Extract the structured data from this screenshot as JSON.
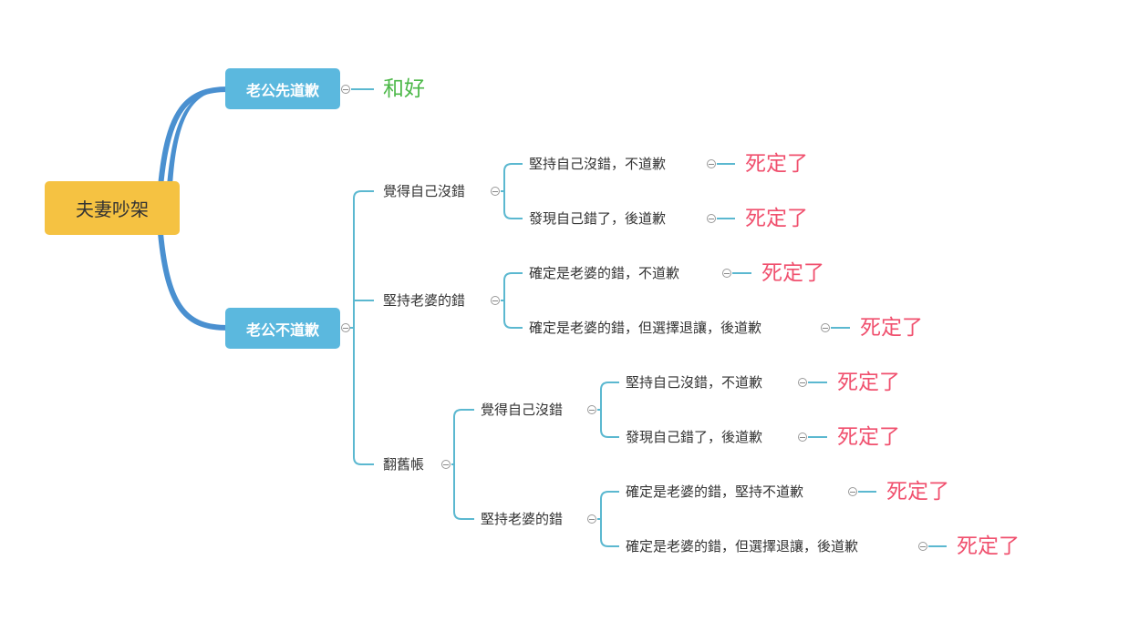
{
  "root": "夫妻吵架",
  "branches": {
    "apologize": {
      "label": "老公先道歉",
      "result": "和好"
    },
    "no_apology": {
      "label": "老公不道歉",
      "children": {
        "self_right": {
          "label": "覺得自己沒錯",
          "children": [
            {
              "label": "堅持自己沒錯，不道歉",
              "result": "死定了"
            },
            {
              "label": "發現自己錯了，後道歉",
              "result": "死定了"
            }
          ]
        },
        "wife_wrong": {
          "label": "堅持老婆的錯",
          "children": [
            {
              "label": "確定是老婆的錯，不道歉",
              "result": "死定了"
            },
            {
              "label": "確定是老婆的錯，但選擇退讓，後道歉",
              "result": "死定了"
            }
          ]
        },
        "old_scores": {
          "label": "翻舊帳",
          "children": {
            "self_right": {
              "label": "覺得自己沒錯",
              "children": [
                {
                  "label": "堅持自己沒錯，不道歉",
                  "result": "死定了"
                },
                {
                  "label": "發現自己錯了，後道歉",
                  "result": "死定了"
                }
              ]
            },
            "wife_wrong": {
              "label": "堅持老婆的錯",
              "children": [
                {
                  "label": "確定是老婆的錯，堅持不道歉",
                  "result": "死定了"
                },
                {
                  "label": "確定是老婆的錯，但選擇退讓，後道歉",
                  "result": "死定了"
                }
              ]
            }
          }
        }
      }
    }
  },
  "colors": {
    "root": "#F5C242",
    "main_branch": "#5BB8DE",
    "line": "#5BB8D0",
    "good": "#4CB848",
    "bad": "#F0506E"
  }
}
